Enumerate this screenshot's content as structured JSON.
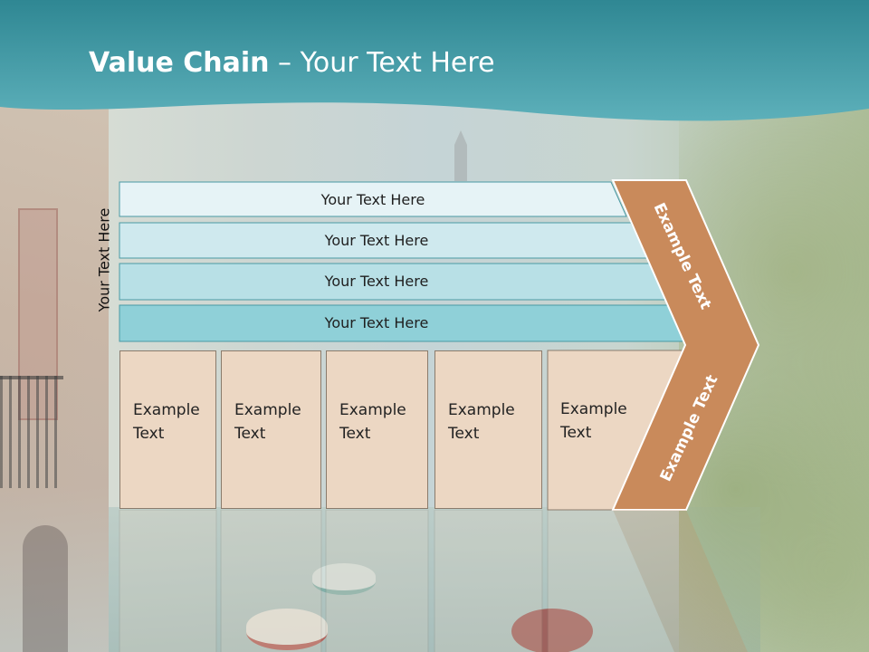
{
  "slide": {
    "title_bold": "Value Chain",
    "title_rest": " – Your Text Here",
    "side_label": "Your Text Here",
    "bars": [
      {
        "label": "Your Text Here",
        "color": "#e6f3f6"
      },
      {
        "label": "Your Text Here",
        "color": "#cfe9ee"
      },
      {
        "label": "Your Text Here",
        "color": "#b8e0e6"
      },
      {
        "label": "Your Text Here",
        "color": "#8fd0d8"
      }
    ],
    "boxes": [
      {
        "line1": "Example",
        "line2": "Text"
      },
      {
        "line1": "Example",
        "line2": "Text"
      },
      {
        "line1": "Example",
        "line2": "Text"
      },
      {
        "line1": "Example",
        "line2": "Text"
      },
      {
        "line1": "Example",
        "line2": "Text"
      }
    ],
    "chevron_top": "Example Text",
    "chevron_bottom": "Example Text"
  },
  "colors": {
    "header_teal": "#3f98a3",
    "chevron_orange": "#c98a5b",
    "box_fill": "#ecd7c3"
  }
}
